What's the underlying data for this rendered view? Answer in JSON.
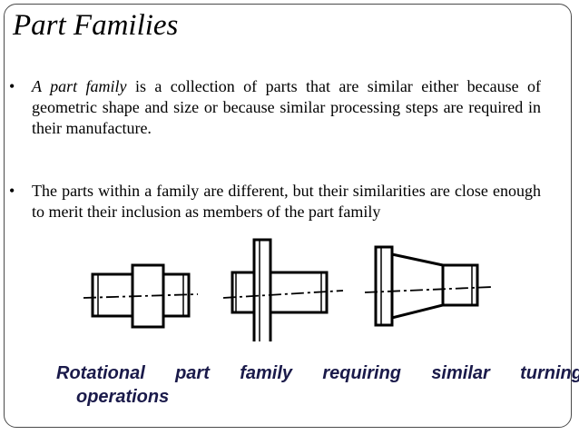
{
  "slide": {
    "title": "Part Families",
    "bullets": [
      {
        "lead_italic": "A part family",
        "rest": " is a collection of parts that are similar either because of geometric shape and size or because similar processing steps are required in their manufacture."
      },
      {
        "lead_italic": "",
        "rest": "The parts within a family are different, but their similarities are close enough to merit their inclusion as members of the part family"
      }
    ],
    "bullet_glyph": "•",
    "caption": {
      "line1_words": [
        "Rotational",
        "part",
        "family",
        "requiring",
        "similar",
        "turning"
      ],
      "line2": "operations",
      "color": "#1a1a4a"
    }
  }
}
